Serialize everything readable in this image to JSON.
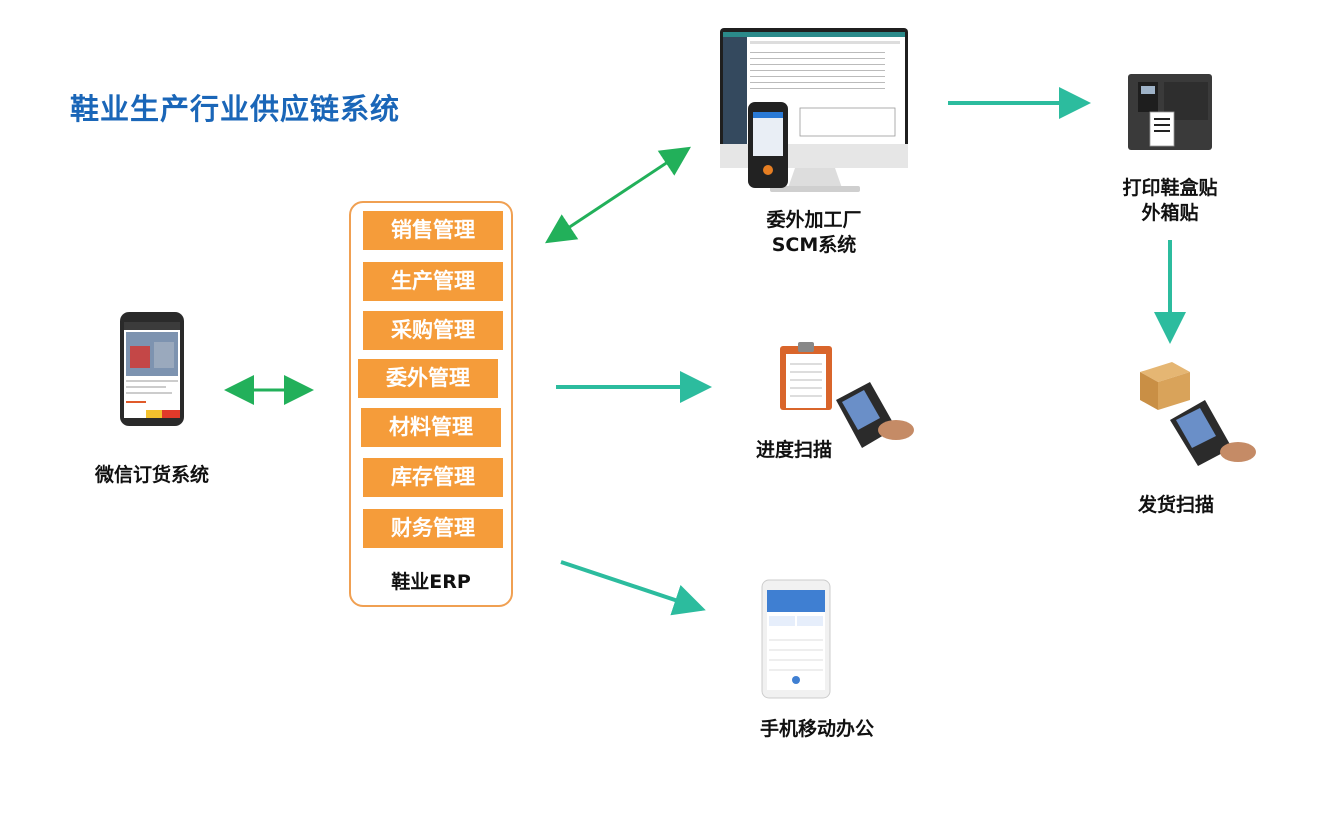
{
  "title": "鞋业生产行业供应链系统",
  "erp": {
    "modules": [
      "销售管理",
      "生产管理",
      "采购管理",
      "委外管理",
      "材料管理",
      "库存管理",
      "财务管理"
    ],
    "label": "鞋业ERP"
  },
  "nodes": {
    "wechat": "微信订货系统",
    "scm_line1": "委外加工厂",
    "scm_line2": "SCM系统",
    "print_line1": "打印鞋盒贴",
    "print_line2": "外箱贴",
    "progress_scan": "进度扫描",
    "shipping_scan": "发货扫描",
    "mobile_office": "手机移动办公"
  },
  "colors": {
    "title": "#1a66b8",
    "orange": "#f59c3a",
    "green_arrow": "#22b05a",
    "teal_arrow": "#2cbc9e"
  }
}
